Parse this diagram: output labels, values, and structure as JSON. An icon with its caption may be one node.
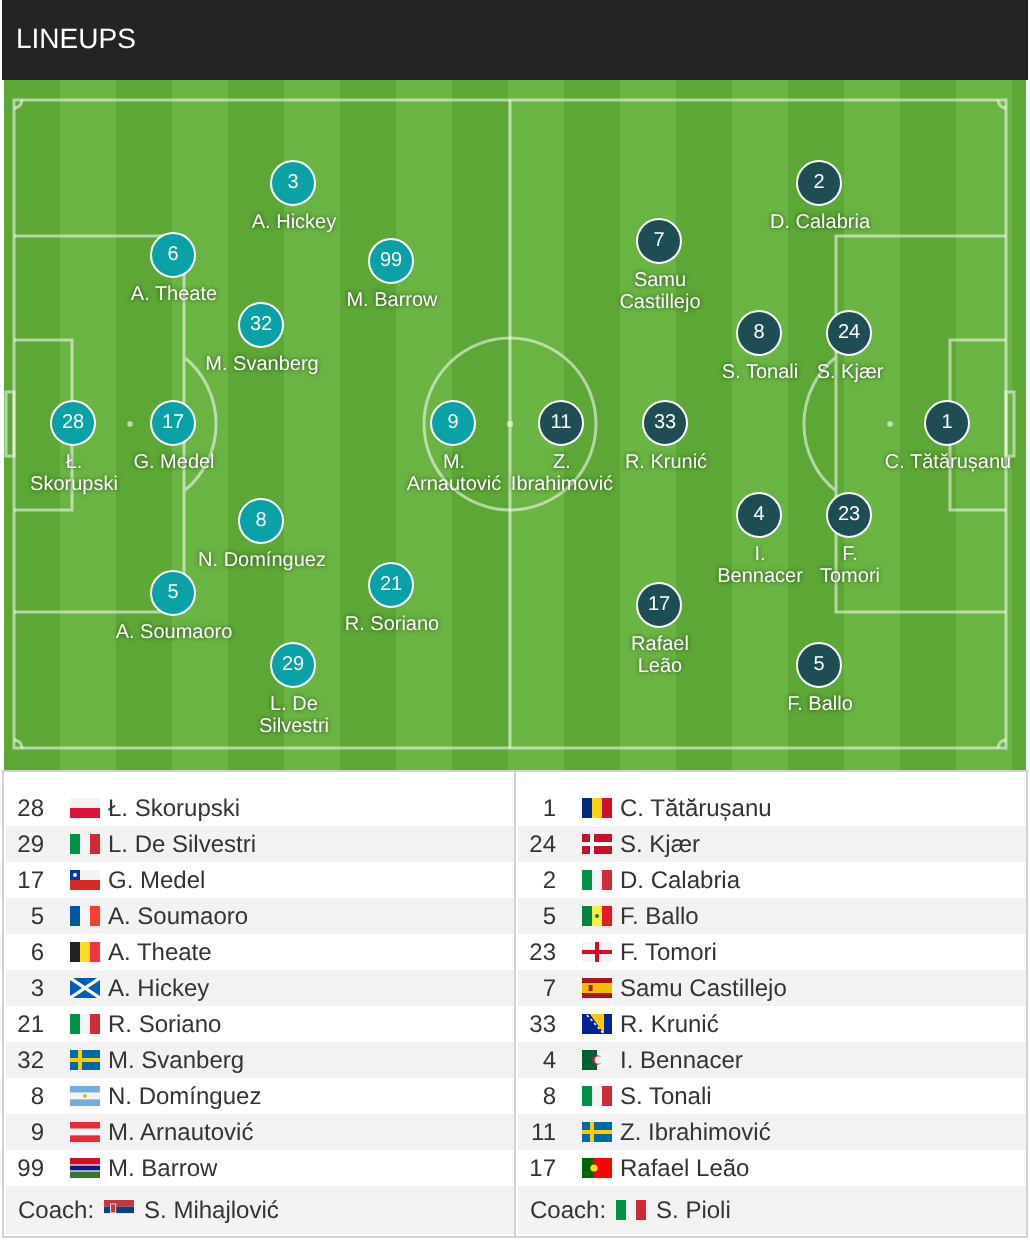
{
  "diagram": {
    "title": "LINEUPS",
    "nodes": [
      {
        "text": [
          "28"
        ],
        "beside": [
          "Ł. Skorupski"
        ]
      },
      {
        "text": [
          "17"
        ],
        "beside": [
          "G. Medel"
        ]
      },
      {
        "text": [
          "6"
        ],
        "beside": [
          "A. Theate"
        ]
      },
      {
        "text": [
          "5"
        ],
        "beside": [
          "A. Soumaoro"
        ]
      },
      {
        "text": [
          "3"
        ],
        "beside": [
          "A. Hickey"
        ]
      },
      {
        "text": [
          "32"
        ],
        "beside": [
          "M. Svanberg"
        ]
      },
      {
        "text": [
          "8"
        ],
        "beside": [
          "N. Domínguez"
        ]
      },
      {
        "text": [
          "29"
        ],
        "beside": [
          "L. De Silvestri"
        ]
      },
      {
        "text": [
          "99"
        ],
        "beside": [
          "M. Barrow"
        ]
      },
      {
        "text": [
          "21"
        ],
        "beside": [
          "R. Soriano"
        ]
      },
      {
        "text": [
          "9"
        ],
        "beside": [
          "M. Arnautović"
        ]
      },
      {
        "text": [
          "11"
        ],
        "beside": [
          "Z. Ibrahimović"
        ]
      },
      {
        "text": [
          "33"
        ],
        "beside": [
          "R. Krunić"
        ]
      },
      {
        "text": [
          "7"
        ],
        "beside": [
          "Samu Castillejo"
        ]
      },
      {
        "text": [
          "17"
        ],
        "beside": [
          "Rafael Leão"
        ]
      },
      {
        "text": [
          "2"
        ],
        "beside": [
          "D. Calabria"
        ]
      },
      {
        "text": [
          "8"
        ],
        "beside": [
          "S. Tonali"
        ]
      },
      {
        "text": [
          "24"
        ],
        "beside": [
          "S. Kjær"
        ]
      },
      {
        "text": [
          "4"
        ],
        "beside": [
          "I. Bennacer"
        ]
      },
      {
        "text": [
          "23"
        ],
        "beside": [
          "F. Tomori"
        ]
      },
      {
        "text": [
          "5"
        ],
        "beside": [
          "F. Ballo"
        ]
      },
      {
        "text": [
          "1"
        ],
        "beside": [
          "C. Tătărușanu"
        ]
      }
    ],
    "labels": [
      "28",
      "Ł. Skorupski",
      "29",
      "L. De Silvestri",
      "17",
      "G. Medel",
      "5",
      "A. Soumaoro",
      "6",
      "A. Theate",
      "3",
      "A. Hickey",
      "21",
      "R. Soriano",
      "32",
      "M. Svanberg",
      "8",
      "N. Domínguez",
      "9",
      "M. Arnautović",
      "99",
      "M. Barrow",
      "Coach:",
      "S. Mihajlović",
      "1",
      "C. Tătărușanu",
      "24",
      "S. Kjær",
      "2",
      "D. Calabria",
      "5",
      "F. Ballo",
      "23",
      "F. Tomori",
      "7",
      "Samu Castillejo",
      "33",
      "R. Krunić",
      "4",
      "I. Bennacer",
      "8",
      "S. Tonali",
      "11",
      "Z. Ibrahimović",
      "17",
      "Rafael Leão",
      "Coach:",
      "S. Pioli"
    ]
  }
}
